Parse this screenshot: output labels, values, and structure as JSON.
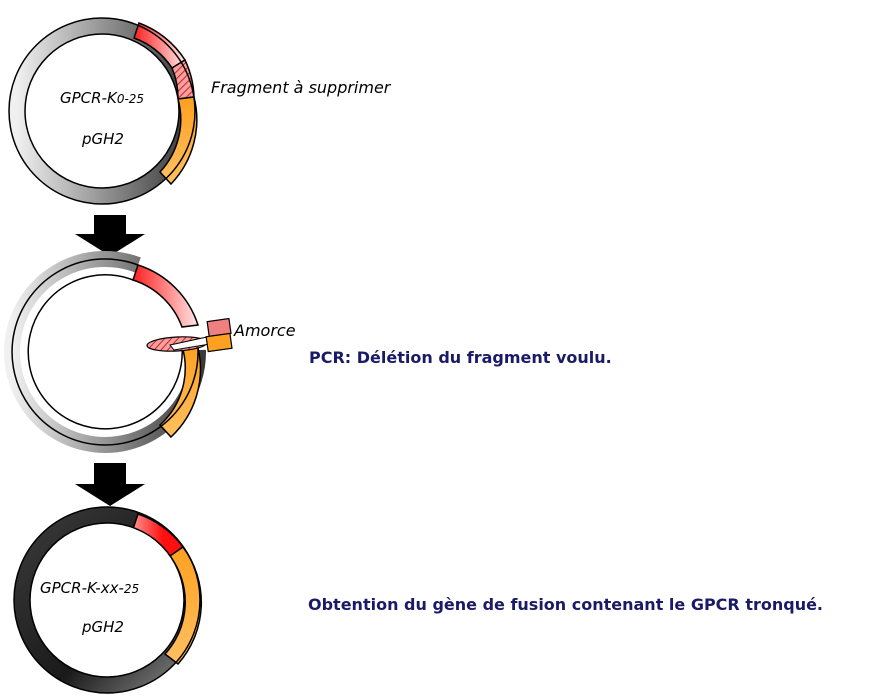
{
  "plasmid1": {
    "name_main": "GPCR-K",
    "name_sub": "0-25",
    "vector": "pGH2"
  },
  "plasmid3": {
    "name_main": "GPCR-K-xx-",
    "name_sub": "25",
    "vector": "pGH2"
  },
  "labels": {
    "fragment": "Fragment à supprimer",
    "primer": "Amorce"
  },
  "steps": {
    "pcr": "PCR: Délétion du fragment voulu.",
    "result": "Obtention du gène de fusion contenant le GPCR tronqué."
  },
  "colors": {
    "backbone_dark": "#1a1a1a",
    "backbone_light": "#bfbfbf",
    "gpcr_red": "#ff1a1a",
    "kinase_orange": "#ffa020",
    "hatch": "#e03030",
    "title_navy": "#1a1a66"
  }
}
